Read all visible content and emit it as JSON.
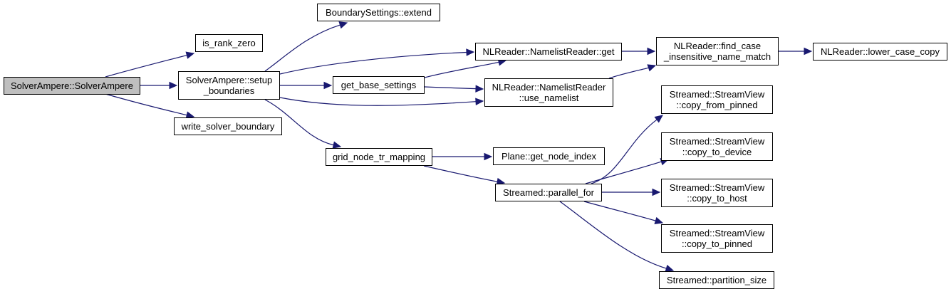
{
  "title": "Call graph: SolverAmpere::SolverAmpere",
  "colors": {
    "edge": "#191970",
    "root_fill": "#bfbfbf",
    "node_fill": "#ffffff",
    "node_border": "#000000"
  },
  "nodes": [
    {
      "id": "solver_ampere",
      "lines": [
        "SolverAmpere::SolverAmpere"
      ],
      "root": true
    },
    {
      "id": "is_rank_zero",
      "lines": [
        "is_rank_zero"
      ]
    },
    {
      "id": "setup_boundaries",
      "lines": [
        "SolverAmpere::setup",
        "_boundaries"
      ]
    },
    {
      "id": "write_solver_boundary",
      "lines": [
        "write_solver_boundary"
      ]
    },
    {
      "id": "boundary_extend",
      "lines": [
        "BoundarySettings::extend"
      ]
    },
    {
      "id": "get_base_settings",
      "lines": [
        "get_base_settings"
      ]
    },
    {
      "id": "grid_node_tr_mapping",
      "lines": [
        "grid_node_tr_mapping"
      ]
    },
    {
      "id": "namelist_get",
      "lines": [
        "NLReader::NamelistReader::get"
      ]
    },
    {
      "id": "use_namelist",
      "lines": [
        "NLReader::NamelistReader",
        "::use_namelist"
      ]
    },
    {
      "id": "find_case",
      "lines": [
        "NLReader::find_case",
        "_insensitive_name_match"
      ]
    },
    {
      "id": "lower_case_copy",
      "lines": [
        "NLReader::lower_case_copy"
      ]
    },
    {
      "id": "get_node_index",
      "lines": [
        "Plane::get_node_index"
      ]
    },
    {
      "id": "parallel_for",
      "lines": [
        "Streamed::parallel_for"
      ]
    },
    {
      "id": "copy_from_pinned",
      "lines": [
        "Streamed::StreamView",
        "::copy_from_pinned"
      ]
    },
    {
      "id": "copy_to_device",
      "lines": [
        "Streamed::StreamView",
        "::copy_to_device"
      ]
    },
    {
      "id": "copy_to_host",
      "lines": [
        "Streamed::StreamView",
        "::copy_to_host"
      ]
    },
    {
      "id": "copy_to_pinned",
      "lines": [
        "Streamed::StreamView",
        "::copy_to_pinned"
      ]
    },
    {
      "id": "partition_size",
      "lines": [
        "Streamed::partition_size"
      ]
    }
  ],
  "edges": [
    {
      "from": "solver_ampere",
      "to": "is_rank_zero"
    },
    {
      "from": "solver_ampere",
      "to": "setup_boundaries"
    },
    {
      "from": "solver_ampere",
      "to": "write_solver_boundary"
    },
    {
      "from": "setup_boundaries",
      "to": "boundary_extend"
    },
    {
      "from": "setup_boundaries",
      "to": "namelist_get"
    },
    {
      "from": "setup_boundaries",
      "to": "get_base_settings"
    },
    {
      "from": "setup_boundaries",
      "to": "use_namelist"
    },
    {
      "from": "setup_boundaries",
      "to": "grid_node_tr_mapping"
    },
    {
      "from": "get_base_settings",
      "to": "namelist_get"
    },
    {
      "from": "get_base_settings",
      "to": "use_namelist"
    },
    {
      "from": "namelist_get",
      "to": "find_case"
    },
    {
      "from": "use_namelist",
      "to": "find_case"
    },
    {
      "from": "find_case",
      "to": "lower_case_copy"
    },
    {
      "from": "grid_node_tr_mapping",
      "to": "get_node_index"
    },
    {
      "from": "grid_node_tr_mapping",
      "to": "parallel_for"
    },
    {
      "from": "parallel_for",
      "to": "copy_from_pinned"
    },
    {
      "from": "parallel_for",
      "to": "copy_to_device"
    },
    {
      "from": "parallel_for",
      "to": "copy_to_host"
    },
    {
      "from": "parallel_for",
      "to": "copy_to_pinned"
    },
    {
      "from": "parallel_for",
      "to": "partition_size"
    }
  ]
}
